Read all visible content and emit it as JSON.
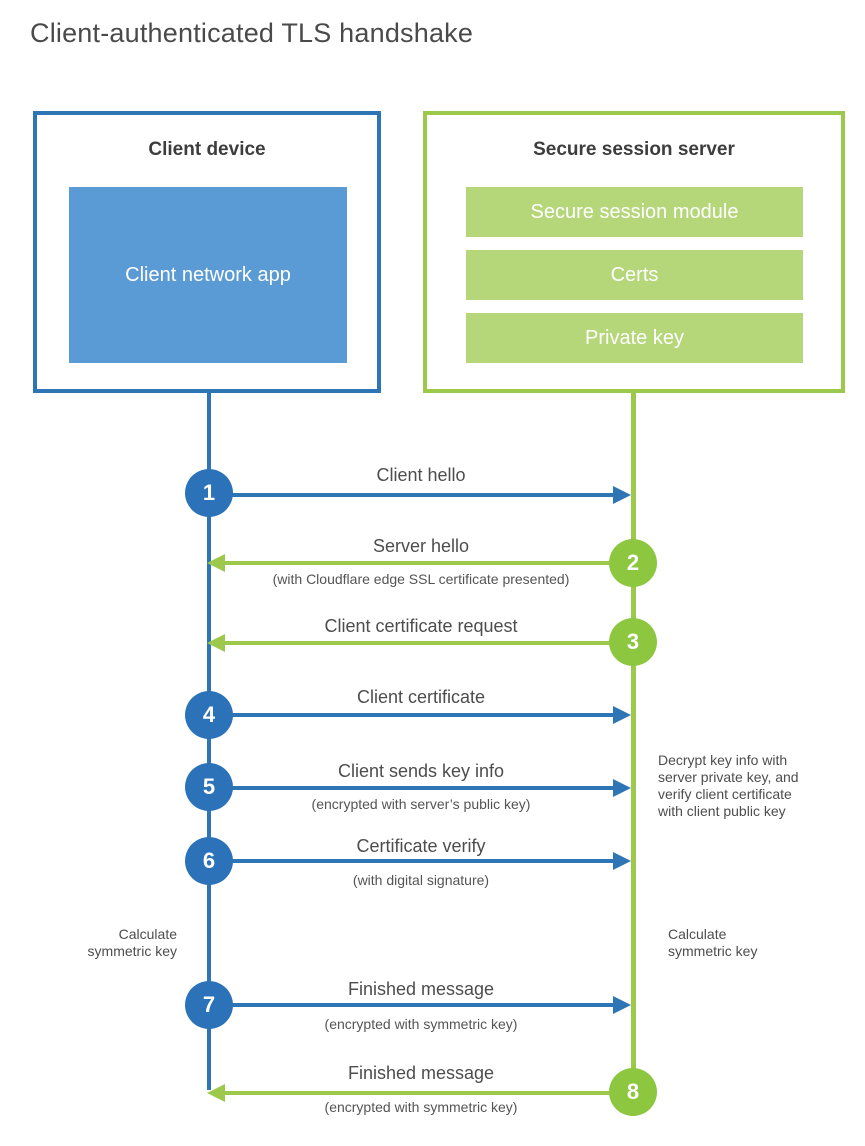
{
  "title": "Client-authenticated TLS handshake",
  "colors": {
    "blue_accent": "#2e75b6",
    "blue_fill": "#5b9bd5",
    "green_accent": "#9cc94c",
    "green_circle": "#8dc63f",
    "green_fill": "#b5d779",
    "text_dark": "#3d3d3d",
    "text_body": "#4d4d4d"
  },
  "client_box": {
    "title": "Client device",
    "app_label": "Client network app"
  },
  "server_box": {
    "title": "Secure session server",
    "modules": [
      "Secure session module",
      "Certs",
      "Private key"
    ]
  },
  "steps": [
    {
      "num": "1",
      "actor": "client",
      "direction": "right",
      "label": "Client hello",
      "sub": ""
    },
    {
      "num": "2",
      "actor": "server",
      "direction": "left",
      "label": "Server hello",
      "sub": "(with Cloudflare edge SSL certificate presented)"
    },
    {
      "num": "3",
      "actor": "server",
      "direction": "left",
      "label": "Client certificate request",
      "sub": ""
    },
    {
      "num": "4",
      "actor": "client",
      "direction": "right",
      "label": "Client certificate",
      "sub": ""
    },
    {
      "num": "5",
      "actor": "client",
      "direction": "right",
      "label": "Client sends key info",
      "sub": "(encrypted with server’s public key)"
    },
    {
      "num": "6",
      "actor": "client",
      "direction": "right",
      "label": "Certificate verify",
      "sub": "(with digital signature)"
    },
    {
      "num": "7",
      "actor": "client",
      "direction": "right",
      "label": "Finished message",
      "sub": "(encrypted with symmetric key)"
    },
    {
      "num": "8",
      "actor": "server",
      "direction": "left",
      "label": "Finished message",
      "sub": "(encrypted with symmetric key)"
    }
  ],
  "annotations": {
    "decrypt": {
      "lines": [
        "Decrypt key info with",
        "server private key, and",
        "verify client certificate",
        "with client public key"
      ]
    },
    "calc_left": {
      "lines": [
        "Calculate",
        "symmetric key"
      ]
    },
    "calc_right": {
      "lines": [
        "Calculate",
        "symmetric key"
      ]
    }
  }
}
